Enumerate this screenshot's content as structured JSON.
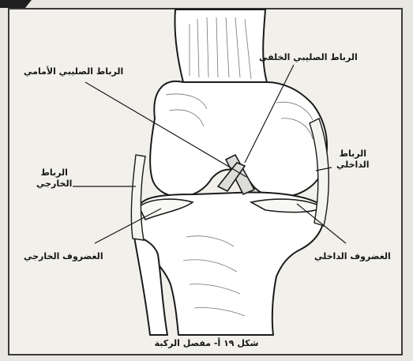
{
  "figure": {
    "caption": "شكل ١٩ أ- مفصل الركبة",
    "labels": {
      "posterior_cruciate": "الرباط الصليبي الخلفي",
      "anterior_cruciate": "الرباط الصليبي الأمامي",
      "external_ligament_line1": "الرباط",
      "external_ligament_line2": "الخارجي",
      "internal_ligament_line1": "الرباط",
      "internal_ligament_line2": "الداخلي",
      "external_meniscus": "الغضروف الخارجي",
      "internal_meniscus": "الغضروف الداخلي"
    }
  },
  "colors": {
    "line": "#1a1a1a",
    "bone_fill": "#ffffff",
    "paper": "#f2f0eb"
  }
}
